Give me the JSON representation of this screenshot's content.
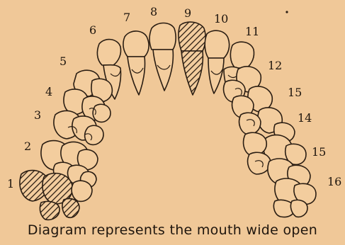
{
  "tooth_numbers": [
    "1",
    "2",
    "3",
    "4",
    "5",
    "6",
    "7",
    "8",
    "9",
    "10",
    "11",
    "12",
    "15",
    "14",
    "15",
    "16"
  ],
  "hatched_teeth": [
    "1",
    "9"
  ],
  "caption": "Diagram represents the mouth wide open",
  "colors": {
    "paper": "#f0c898",
    "ink": "#2a1d12",
    "tooth_fill": "#f3cd9e"
  }
}
